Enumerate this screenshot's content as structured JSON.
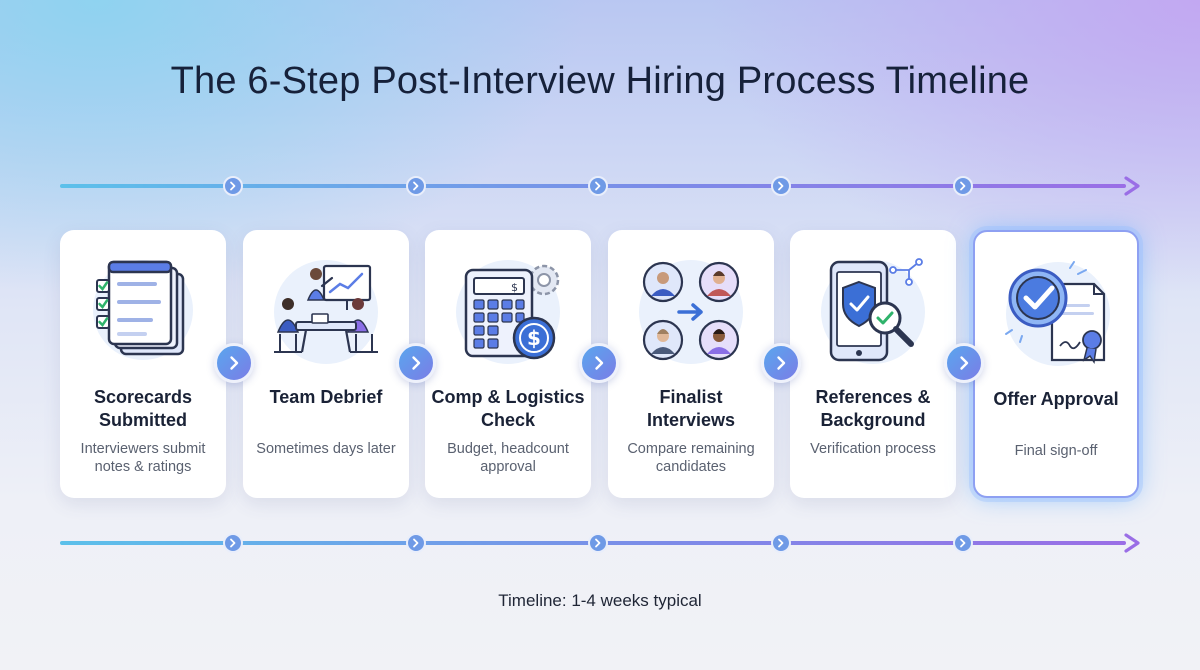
{
  "title": "The 6-Step Post-Interview Hiring Process Timeline",
  "steps": [
    {
      "name": "Scorecards Submitted",
      "description": "Interviewers submit notes & ratings",
      "icon": "scorecards-checklist-icon"
    },
    {
      "name": "Team Debrief",
      "description": "Sometimes days later",
      "icon": "team-meeting-icon"
    },
    {
      "name": "Comp & Logistics Check",
      "description": "Budget, headcount approval",
      "icon": "calculator-dollar-icon"
    },
    {
      "name": "Finalist Interviews",
      "description": "Compare remaining candidates",
      "icon": "candidates-compare-icon"
    },
    {
      "name": "References & Background",
      "description": "Verification process",
      "icon": "phone-shield-magnifier-icon"
    },
    {
      "name": "Offer Approval",
      "description": "Final sign-off",
      "icon": "checkmark-certificate-icon",
      "highlighted": true
    }
  ],
  "footer": "Timeline: 1-4 weeks typical",
  "colors": {
    "accent_start": "#5cc0ea",
    "accent_end": "#9a6ee6",
    "connector": "#6a8fe8",
    "highlight_border": "#8ea0f2",
    "text_dark": "#1a2236"
  }
}
